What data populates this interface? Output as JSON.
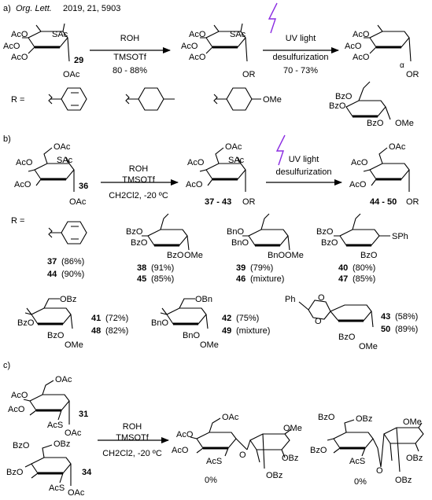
{
  "sec_a": {
    "label": "a)",
    "ref_journal": "Org. Lett.",
    "ref_detail": " 2019, 21, 5903",
    "sm1_subs": [
      "AcO",
      "AcO",
      "AcO",
      "SAc",
      "OAc"
    ],
    "sm1_num": "29",
    "arrow1_top": "ROH",
    "arrow1_mid": "TMSOTf",
    "arrow1_yield": "80 - 88%",
    "int_subs": [
      "AcO",
      "AcO",
      "AcO",
      "SAc",
      "OR"
    ],
    "arrow2_top": "UV light",
    "arrow2_mid": "desulfurization",
    "arrow2_yield": "70 - 73%",
    "prod_subs": [
      "AcO",
      "AcO",
      "AcO",
      "OR"
    ],
    "alpha": "α",
    "r_label": "R =",
    "r_ome": "OMe",
    "r_sugar_subs": [
      "BzO",
      "BzO",
      "BzO",
      "OMe"
    ]
  },
  "sec_b": {
    "label": "b)",
    "sm_subs": [
      "OAc",
      "AcO",
      "SAc",
      "AcO",
      "OAc"
    ],
    "sm_num": "36",
    "arrow1_top": "ROH",
    "arrow1_mid": "TMSOTf",
    "arrow1_bot": "CH2Cl2, -20 ºC",
    "int_subs": [
      "OAc",
      "AcO",
      "SAc",
      "AcO",
      "OR"
    ],
    "int_num": "37 - 43",
    "arrow2_top": "UV light",
    "arrow2_mid": "desulfurization",
    "prod_subs": [
      "OAc",
      "AcO",
      "AcO",
      "OR"
    ],
    "prod_num": "44 - 50",
    "r_label": "R =",
    "entries": [
      {
        "n1": "37",
        "y1": "(86%)",
        "n2": "44",
        "y2": "(90%)"
      },
      {
        "n1": "38",
        "y1": "(91%)",
        "n2": "45",
        "y2": "(85%)",
        "subs": [
          "BzO",
          "BzO",
          "BzO",
          "OMe"
        ]
      },
      {
        "n1": "39",
        "y1": "(79%)",
        "n2": "46",
        "y2": "(mixture)",
        "subs": [
          "BnO",
          "BnO",
          "BnO",
          "OMe"
        ]
      },
      {
        "n1": "40",
        "y1": "(80%)",
        "n2": "47",
        "y2": "(85%)",
        "subs": [
          "BzO",
          "BzO",
          "BzO",
          "SPh"
        ]
      },
      {
        "n1": "41",
        "y1": "(72%)",
        "n2": "48",
        "y2": "(82%)",
        "subs": [
          "OBz",
          "BzO",
          "BzO",
          "OMe"
        ]
      },
      {
        "n1": "42",
        "y1": "(75%)",
        "n2": "49",
        "y2": "(mixture)",
        "subs": [
          "OBn",
          "BnO",
          "BnO",
          "OMe"
        ]
      },
      {
        "n1": "43",
        "y1": "(58%)",
        "n2": "50",
        "y2": "(89%)",
        "subs": [
          "Ph",
          "O",
          "O",
          "BzO",
          "OMe"
        ]
      }
    ]
  },
  "sec_c": {
    "label": "c)",
    "sm1_subs": [
      "OAc",
      "AcO",
      "AcO",
      "AcS",
      "OAc"
    ],
    "sm1_num": "31",
    "sm2_subs": [
      "BzO",
      "OBz",
      "BzO",
      "AcS",
      "OAc"
    ],
    "sm2_num": "34",
    "arrow_top": "ROH",
    "arrow_mid": "TMSOTf",
    "arrow_bot": "CH2Cl2, -20 ºC",
    "prod1_subs": [
      "OAc",
      "AcO",
      "AcO",
      "AcS",
      "O",
      "OMe",
      "OBz",
      "OBz"
    ],
    "prod1_yield": "0%",
    "prod2_subs": [
      "BzO",
      "OBz",
      "BzO",
      "AcS",
      "O",
      "OMe",
      "OBz",
      "OBz"
    ],
    "prod2_yield": "0%"
  }
}
